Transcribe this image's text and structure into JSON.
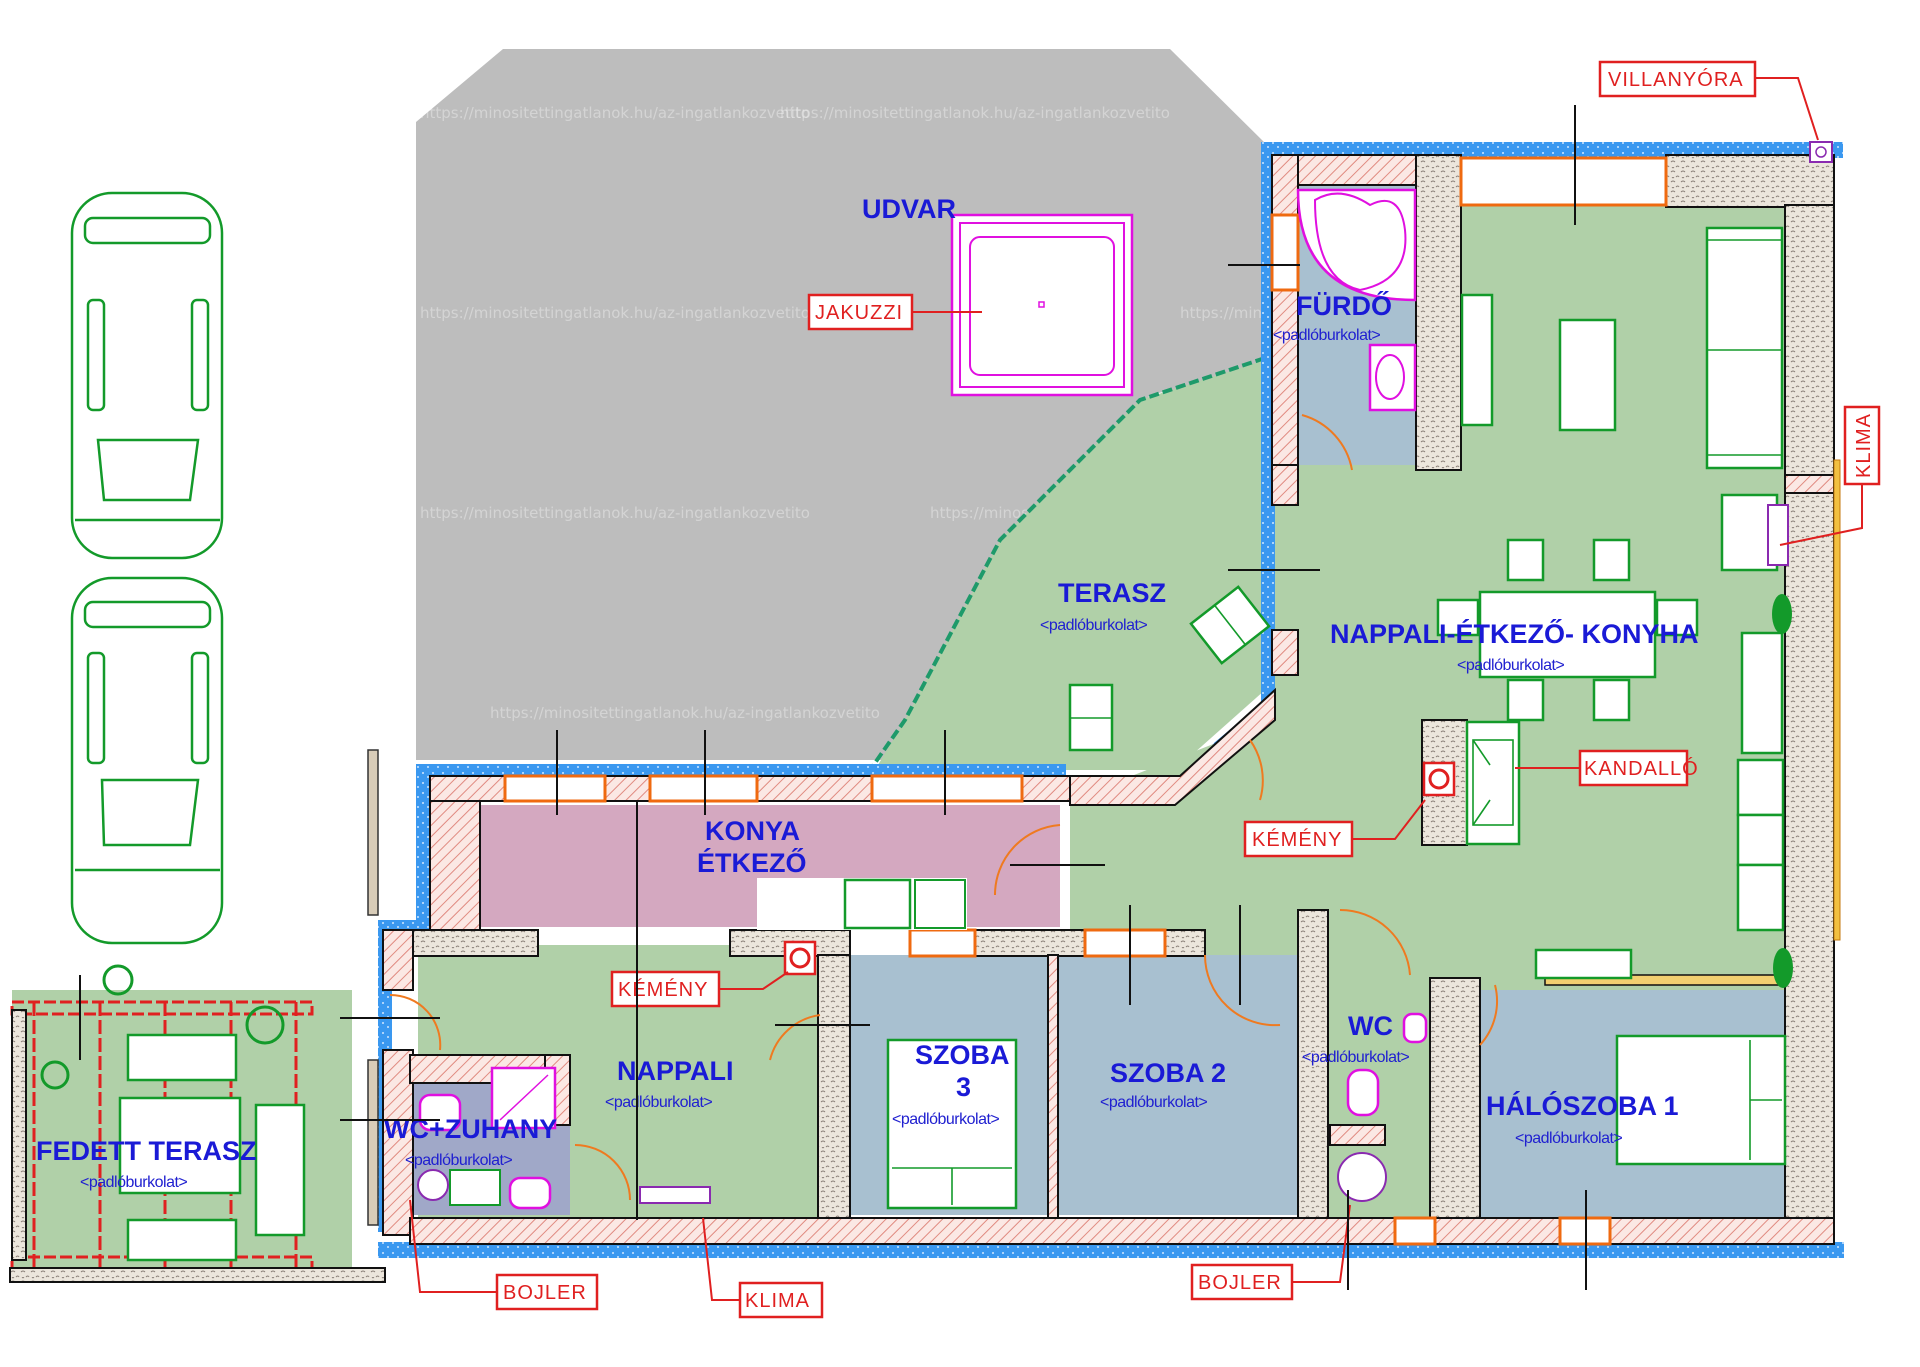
{
  "plan": {
    "title": "Floor plan",
    "colors": {
      "courtyard": "#bdbdbd",
      "living_floor": "#b0d0a8",
      "tiled_floor": "#a8c0d0",
      "kitchen_floor": "#d4a8c0",
      "bath_floor": "#a0a8c8",
      "insulation": "#3a98f0",
      "room_label": "#1a1ad6",
      "callout": "#e02020",
      "furniture": "#139a2a",
      "sanitary": "#e010e0",
      "window": "#ef6a10"
    },
    "watermark": "https://minositettingatlanok.hu/az-ingatlankozvetito"
  },
  "rooms": {
    "udvar": {
      "name": "UDVAR"
    },
    "furdo": {
      "name": "FÜRDŐ",
      "floor": "<padlóburkolat>"
    },
    "terasz": {
      "name": "TERASZ",
      "floor": "<padlóburkolat>"
    },
    "nappali_etkezo_konyha": {
      "name": "NAPPALI-ÉTKEZŐ- KONYHA",
      "floor": "<padlóburkolat>"
    },
    "konya_etkezo": {
      "name_line1": "KONYA",
      "name_line2": "ÉTKEZŐ"
    },
    "nappali": {
      "name": "NAPPALI",
      "floor": "<padlóburkolat>"
    },
    "szoba3": {
      "name_line1": "SZOBA",
      "name_line2": "3",
      "floor": "<padlóburkolat>"
    },
    "szoba2": {
      "name": "SZOBA 2",
      "floor": "<padlóburkolat>"
    },
    "wc": {
      "name": "WC",
      "floor": "<padlóburkolat>"
    },
    "haloszoba1": {
      "name": "HÁLÓSZOBA 1",
      "floor": "<padlóburkolat>"
    },
    "wc_zuhany": {
      "name": "WC+ZUHANY",
      "floor": "<padlóburkolat>"
    },
    "fedett_terasz": {
      "name": "FEDETT TERASZ",
      "floor": "<padlóburkolat>"
    }
  },
  "callouts": {
    "villanyora": "VILLANYÓRA",
    "jakuzzi": "JAKUZZI",
    "klima_right": "KLIMA",
    "kandallo": "KANDALLÓ",
    "kemeny_fireplace": "KÉMÉNY",
    "kemeny_nappali": "KÉMÉNY",
    "bojler_left": "BOJLER",
    "klima_bottom": "KLIMA",
    "bojler_right": "BOJLER"
  }
}
